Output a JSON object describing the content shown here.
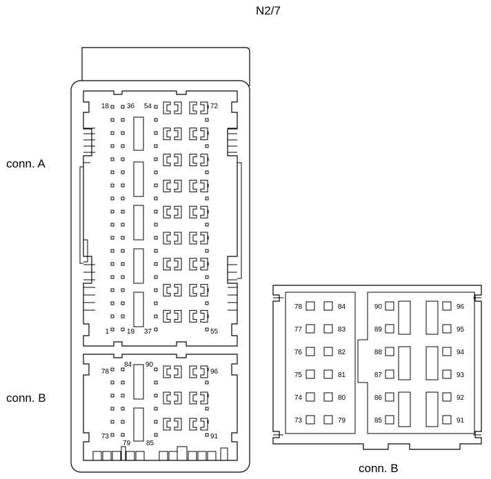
{
  "title": "N2/7",
  "labels": {
    "conn_a": "conn. A",
    "conn_b_left": "conn. B",
    "conn_b_right": "conn. B"
  },
  "conn_a_pins": {
    "top": [
      "18",
      "36",
      "54",
      "72"
    ],
    "bottom": [
      "1",
      "19",
      "37",
      "55"
    ]
  },
  "conn_b_small_pins": {
    "top": [
      "78",
      "84",
      "90",
      "96"
    ],
    "bottom": [
      "73",
      "79",
      "85",
      "91"
    ]
  },
  "conn_b_large": {
    "col1": [
      "78",
      "77",
      "76",
      "75",
      "74",
      "73"
    ],
    "col2": [
      "84",
      "83",
      "82",
      "81",
      "80",
      "79"
    ],
    "col3": [
      "90",
      "89",
      "88",
      "87",
      "86",
      "85"
    ],
    "col4": [
      "96",
      "95",
      "94",
      "93",
      "92",
      "91"
    ]
  }
}
